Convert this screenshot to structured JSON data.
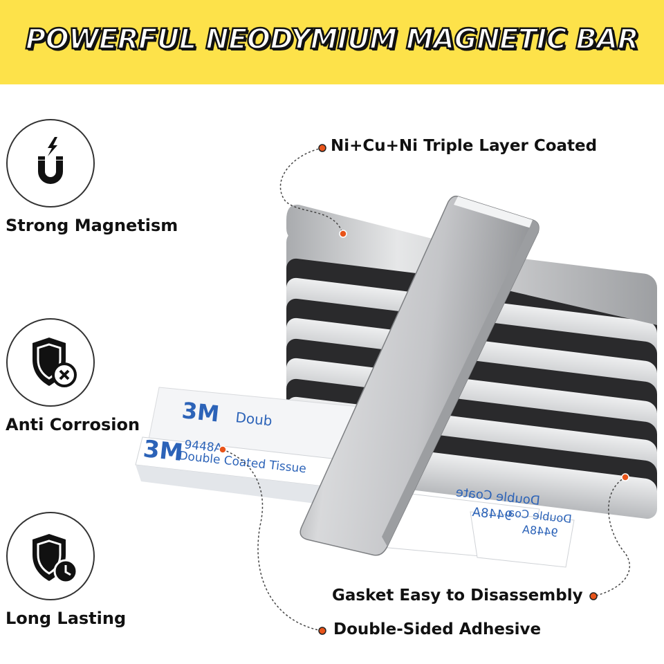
{
  "banner": {
    "title": "POWERFUL NEODYMIUM MAGNETIC BAR",
    "background": "#FDE24A"
  },
  "features": [
    {
      "label": "Strong Magnetism",
      "icon": "horseshoe-magnet-icon"
    },
    {
      "label": "Anti Corrosion",
      "icon": "shield-cross-icon"
    },
    {
      "label": "Long Lasting",
      "icon": "shield-clock-icon"
    }
  ],
  "callouts": [
    {
      "text": "Ni+Cu+Ni Triple Layer Coated"
    },
    {
      "text": "Gasket Easy to Disassembly"
    },
    {
      "text": "Double-Sided Adhesive"
    }
  ],
  "tape": {
    "brand": "3M",
    "model": "9448A",
    "description": "Double Coated Tissue",
    "top_partial": "Doub",
    "back_text_1": "Double Coate",
    "back_model_1": "9448A",
    "back_text_2": "Double Coa",
    "back_model_2": "9448A"
  },
  "colors": {
    "accent_dot": "#E8541A",
    "magnet_silver": "#C9CACC",
    "tape_blue": "#2C63B8"
  }
}
